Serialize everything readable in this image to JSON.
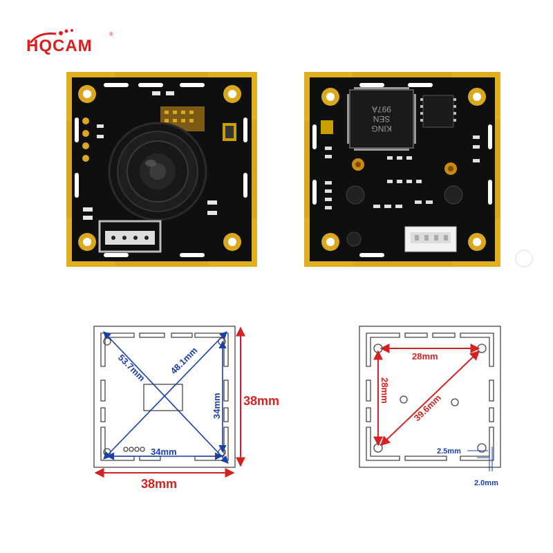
{
  "brand": {
    "logo_text": "HQCAM",
    "registered_mark": "®",
    "logo_color": "#d71f1f"
  },
  "photos": {
    "front": {
      "description_icon": "camera-lens-icon",
      "connector_pins": 4
    },
    "back": {
      "chip_marking": "KING SEN 997A",
      "chip_marking_lines": [
        "KING",
        "SEN",
        "997A"
      ]
    }
  },
  "front_drawing": {
    "diag_long": "53.7mm",
    "diag_short": "48.1mm",
    "inner_height": "34mm",
    "inner_width": "34mm",
    "outer_height": "38mm",
    "outer_width": "38mm"
  },
  "back_drawing": {
    "top_span": "28mm",
    "left_span": "28mm",
    "diagonal_span": "39.6mm",
    "hole_diameter": "2.5mm",
    "hole_gap": "2.0mm"
  },
  "colors": {
    "blue_dimension": "#1b3fa8",
    "red_dimension": "#d42222",
    "pcb": "#101010",
    "gold": "#d9a81e",
    "outline": "#444444"
  }
}
